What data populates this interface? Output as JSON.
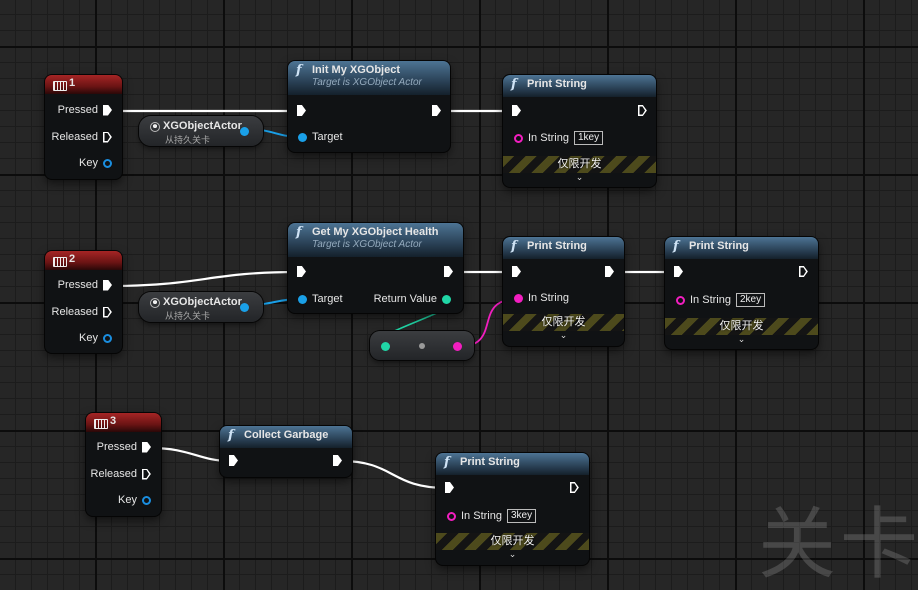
{
  "watermark": "关卡",
  "colors": {
    "exec": "#ffffff",
    "object_pin": "#1aa0e8",
    "string_pin": "#f21ec0",
    "float_pin": "#20d6a6",
    "event_header": "#a62525",
    "function_header": "#4d7494"
  },
  "event1": {
    "title": "1",
    "icon": "keyboard-icon",
    "pins": {
      "pressed": "Pressed",
      "released": "Released",
      "key": "Key"
    }
  },
  "event2": {
    "title": "2",
    "icon": "keyboard-icon",
    "pins": {
      "pressed": "Pressed",
      "released": "Released",
      "key": "Key"
    }
  },
  "event3": {
    "title": "3",
    "icon": "keyboard-icon",
    "pins": {
      "pressed": "Pressed",
      "released": "Released",
      "key": "Key"
    }
  },
  "getter1": {
    "title": "XGObjectActor",
    "subtitle": "从持久关卡"
  },
  "getter2": {
    "title": "XGObjectActor",
    "subtitle": "从持久关卡"
  },
  "init_node": {
    "title": "Init My XGObject",
    "subtitle": "Target is XGObject Actor",
    "target_label": "Target"
  },
  "health_node": {
    "title": "Get My XGObject Health",
    "subtitle": "Target is XGObject Actor",
    "target_label": "Target",
    "return_label": "Return Value"
  },
  "gc_node": {
    "title": "Collect Garbage"
  },
  "print1": {
    "title": "Print String",
    "in_string_label": "In String",
    "in_string_value": "1key",
    "dev_only": "仅限开发"
  },
  "print2": {
    "title": "Print String",
    "in_string_label": "In String",
    "dev_only": "仅限开发"
  },
  "print3": {
    "title": "Print String",
    "in_string_label": "In String",
    "in_string_value": "2key",
    "dev_only": "仅限开发"
  },
  "print4": {
    "title": "Print String",
    "in_string_label": "In String",
    "in_string_value": "3key",
    "dev_only": "仅限开发"
  }
}
